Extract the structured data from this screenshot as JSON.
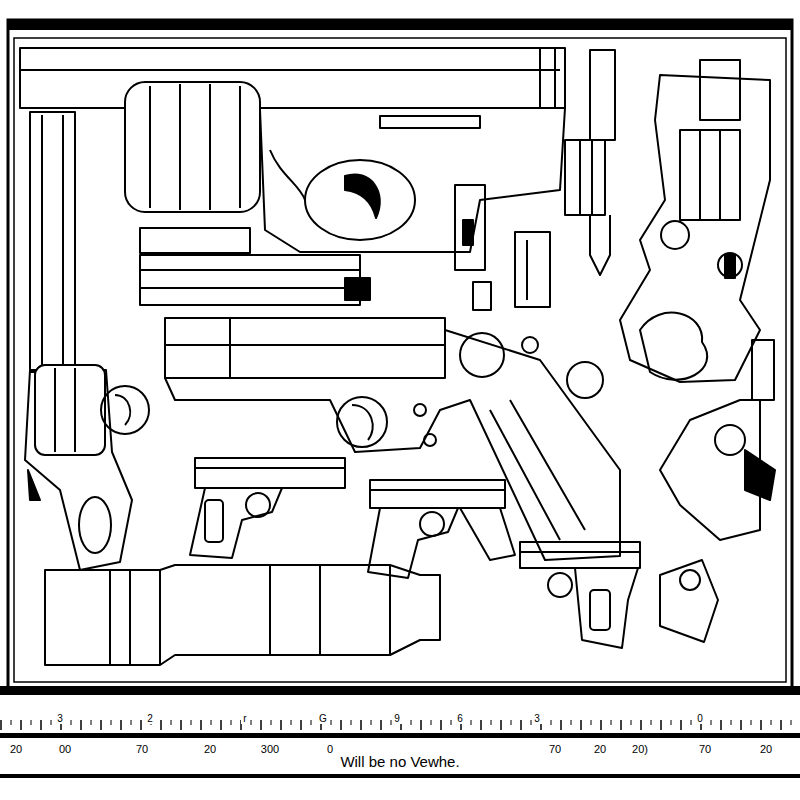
{
  "diagram": {
    "labels": [
      "3",
      "2",
      "r",
      "G",
      "9",
      "6",
      "3",
      "0",
      "20",
      "00",
      "70",
      "20",
      "300",
      "0",
      "70",
      "20",
      "20)",
      "70",
      "20",
      "Will be no Vewhe."
    ]
  }
}
